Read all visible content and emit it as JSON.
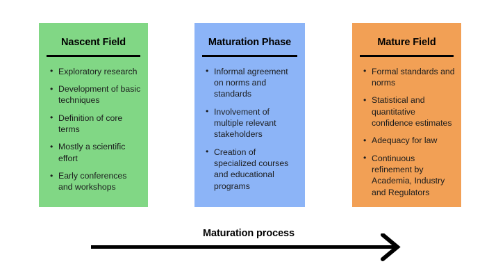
{
  "diagram": {
    "title_label": "Maturation process",
    "background_color": "#ffffff",
    "text_color": "#1b1c1d",
    "rule_color": "#000000",
    "arrow": {
      "name": "maturation-process-arrow",
      "direction": "right",
      "color": "#000000",
      "label": "Maturation process"
    },
    "phases": [
      {
        "title": "Nascent Field",
        "color": "#81d785",
        "items": [
          "Exploratory research",
          "Development of basic techniques",
          "Definition of core terms",
          "Mostly a scientific effort",
          "Early conferences and workshops"
        ]
      },
      {
        "title": "Maturation Phase",
        "color": "#8cb4f7",
        "items": [
          "Informal agreement on norms and standards",
          "Involvement of multiple relevant stakeholders",
          "Creation of specialized courses and educational programs"
        ]
      },
      {
        "title": "Mature Field",
        "color": "#f2a055",
        "items": [
          "Formal standards and norms",
          "Statistical and quantitative confidence estimates",
          "Adequacy for law",
          "Continuous refinement by Academia, Industry and Regulators"
        ]
      }
    ]
  }
}
